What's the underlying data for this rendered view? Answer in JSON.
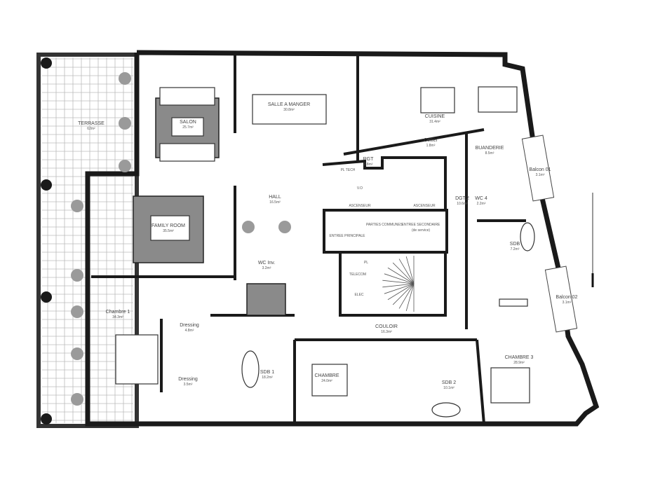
{
  "plan": {
    "rooms": [
      {
        "name": "TERRASSE",
        "area": "62m²"
      },
      {
        "name": "SALON",
        "area": "25.7m²"
      },
      {
        "name": "SALLE A MANGER",
        "area": "30.8m²"
      },
      {
        "name": "CUISINE",
        "area": "31.4m²"
      },
      {
        "name": "Cellier",
        "area": "1.8m²"
      },
      {
        "name": "RGT",
        "area": "2.8m²"
      },
      {
        "name": "BUANDERIE",
        "area": "8.5m²"
      },
      {
        "name": "Balcon 01",
        "area": "3.1m²"
      },
      {
        "name": "HALL",
        "area": "16.5m²"
      },
      {
        "name": "FAMILY ROOM",
        "area": "35.5m²"
      },
      {
        "name": "WC Inv.",
        "area": "3.2m²"
      },
      {
        "name": "DGT.2",
        "area": "10.6m²"
      },
      {
        "name": "WC 4",
        "area": "2.2m²"
      },
      {
        "name": "SDB",
        "area": "7.2m²"
      },
      {
        "name": "Balcon 02",
        "area": "3.1m²"
      },
      {
        "name": "Chambre 1",
        "area": "34.3m²"
      },
      {
        "name": "Dressing",
        "area": "4.8m²"
      },
      {
        "name": "Dressing",
        "area": "3.5m²"
      },
      {
        "name": "SDB 1",
        "area": "18.2m²"
      },
      {
        "name": "CHAMBRE",
        "area": "24.0m²"
      },
      {
        "name": "COULOIR",
        "area": "16.3m²"
      },
      {
        "name": "SDB 2",
        "area": "10.1m²"
      },
      {
        "name": "CHAMBRE 3",
        "area": "28.9m²"
      }
    ],
    "common": {
      "elevator_1": "ASCENSEUR",
      "elevator_2": "ASCENSEUR",
      "parties_communes": "PARTIES COMMUNES",
      "entree_principale": "ENTREE PRINCIPALE",
      "entree_secondaire": "ENTREE SECONDAIRE",
      "entree_secondaire_note": "(de service)",
      "telecom": "TELECOM",
      "elec": "ELEC",
      "pl": "PL",
      "pl_tech": "PL TECH",
      "vo": "V.O"
    }
  }
}
